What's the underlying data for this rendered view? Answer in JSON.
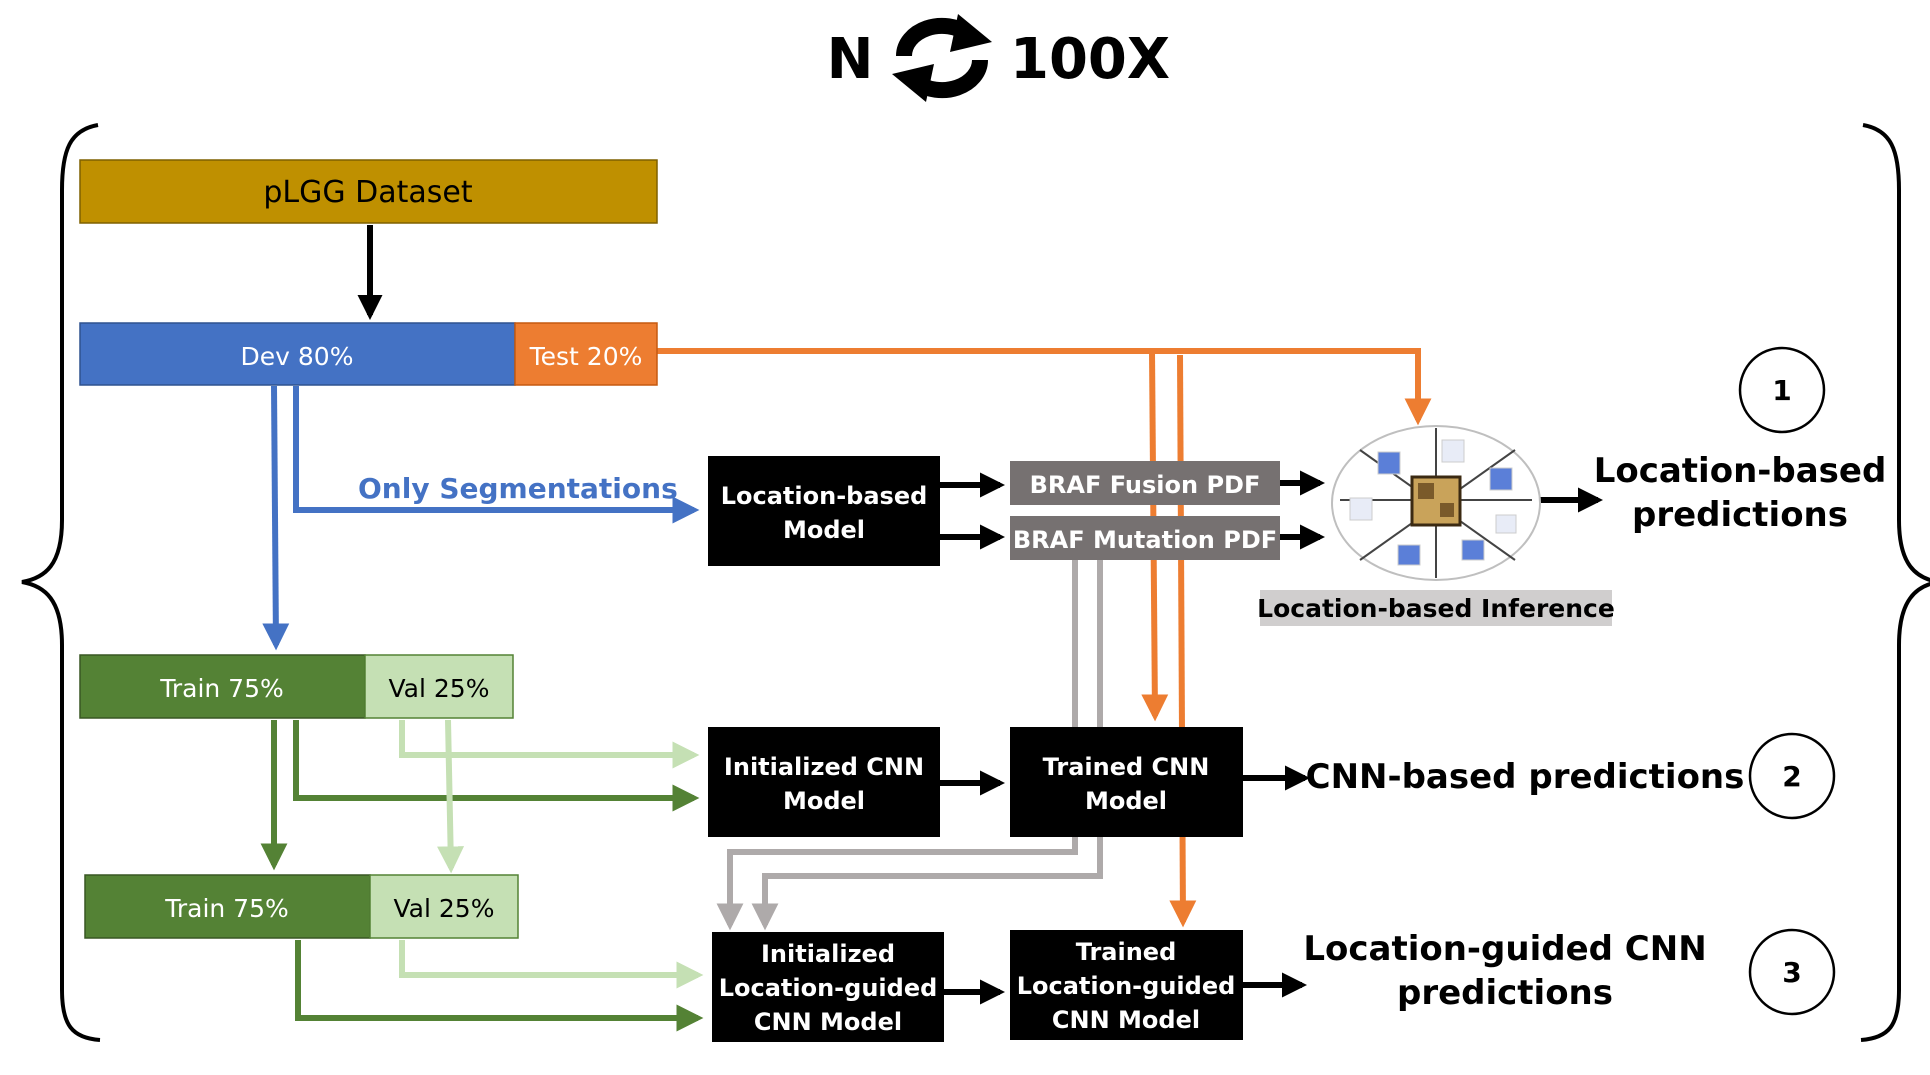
{
  "header": {
    "left": "N",
    "right": "100X",
    "icon": "refresh-cycle-icon"
  },
  "nodes": {
    "dataset": "pLGG Dataset",
    "dev": "Dev 80%",
    "test": "Test 20%",
    "train1": "Train 75%",
    "val1": "Val 25%",
    "train2": "Train 75%",
    "val2": "Val 25%",
    "location_model": [
      "Location-based",
      "Model"
    ],
    "braf_fusion": "BRAF Fusion PDF",
    "braf_mutation": "BRAF Mutation PDF",
    "init_cnn": [
      "Initialized CNN",
      "Model"
    ],
    "trained_cnn": [
      "Trained CNN",
      "Model"
    ],
    "init_lg_cnn": [
      "Initialized",
      "Location-guided",
      "CNN Model"
    ],
    "trained_lg_cnn": [
      "Trained",
      "Location-guided",
      "CNN Model"
    ]
  },
  "labels": {
    "only_segmentations": "Only Segmentations",
    "location_inference": "Location-based Inference"
  },
  "outputs": {
    "location_pred": [
      "Location-based",
      "predictions"
    ],
    "cnn_pred": "CNN-based predictions",
    "lg_pred": [
      "Location-guided CNN",
      "predictions"
    ]
  },
  "badges": [
    "1",
    "2",
    "3"
  ],
  "colors": {
    "dataset": "#bf9000",
    "dev": "#4472c4",
    "test": "#ed7d31",
    "train": "#548235",
    "val": "#c5e0b4",
    "model": "#000000",
    "pdf": "#767171",
    "seg_label": "#4472c4",
    "gray_arrow": "#aeaaaa",
    "light_green_arrow": "#c5e0b4"
  }
}
